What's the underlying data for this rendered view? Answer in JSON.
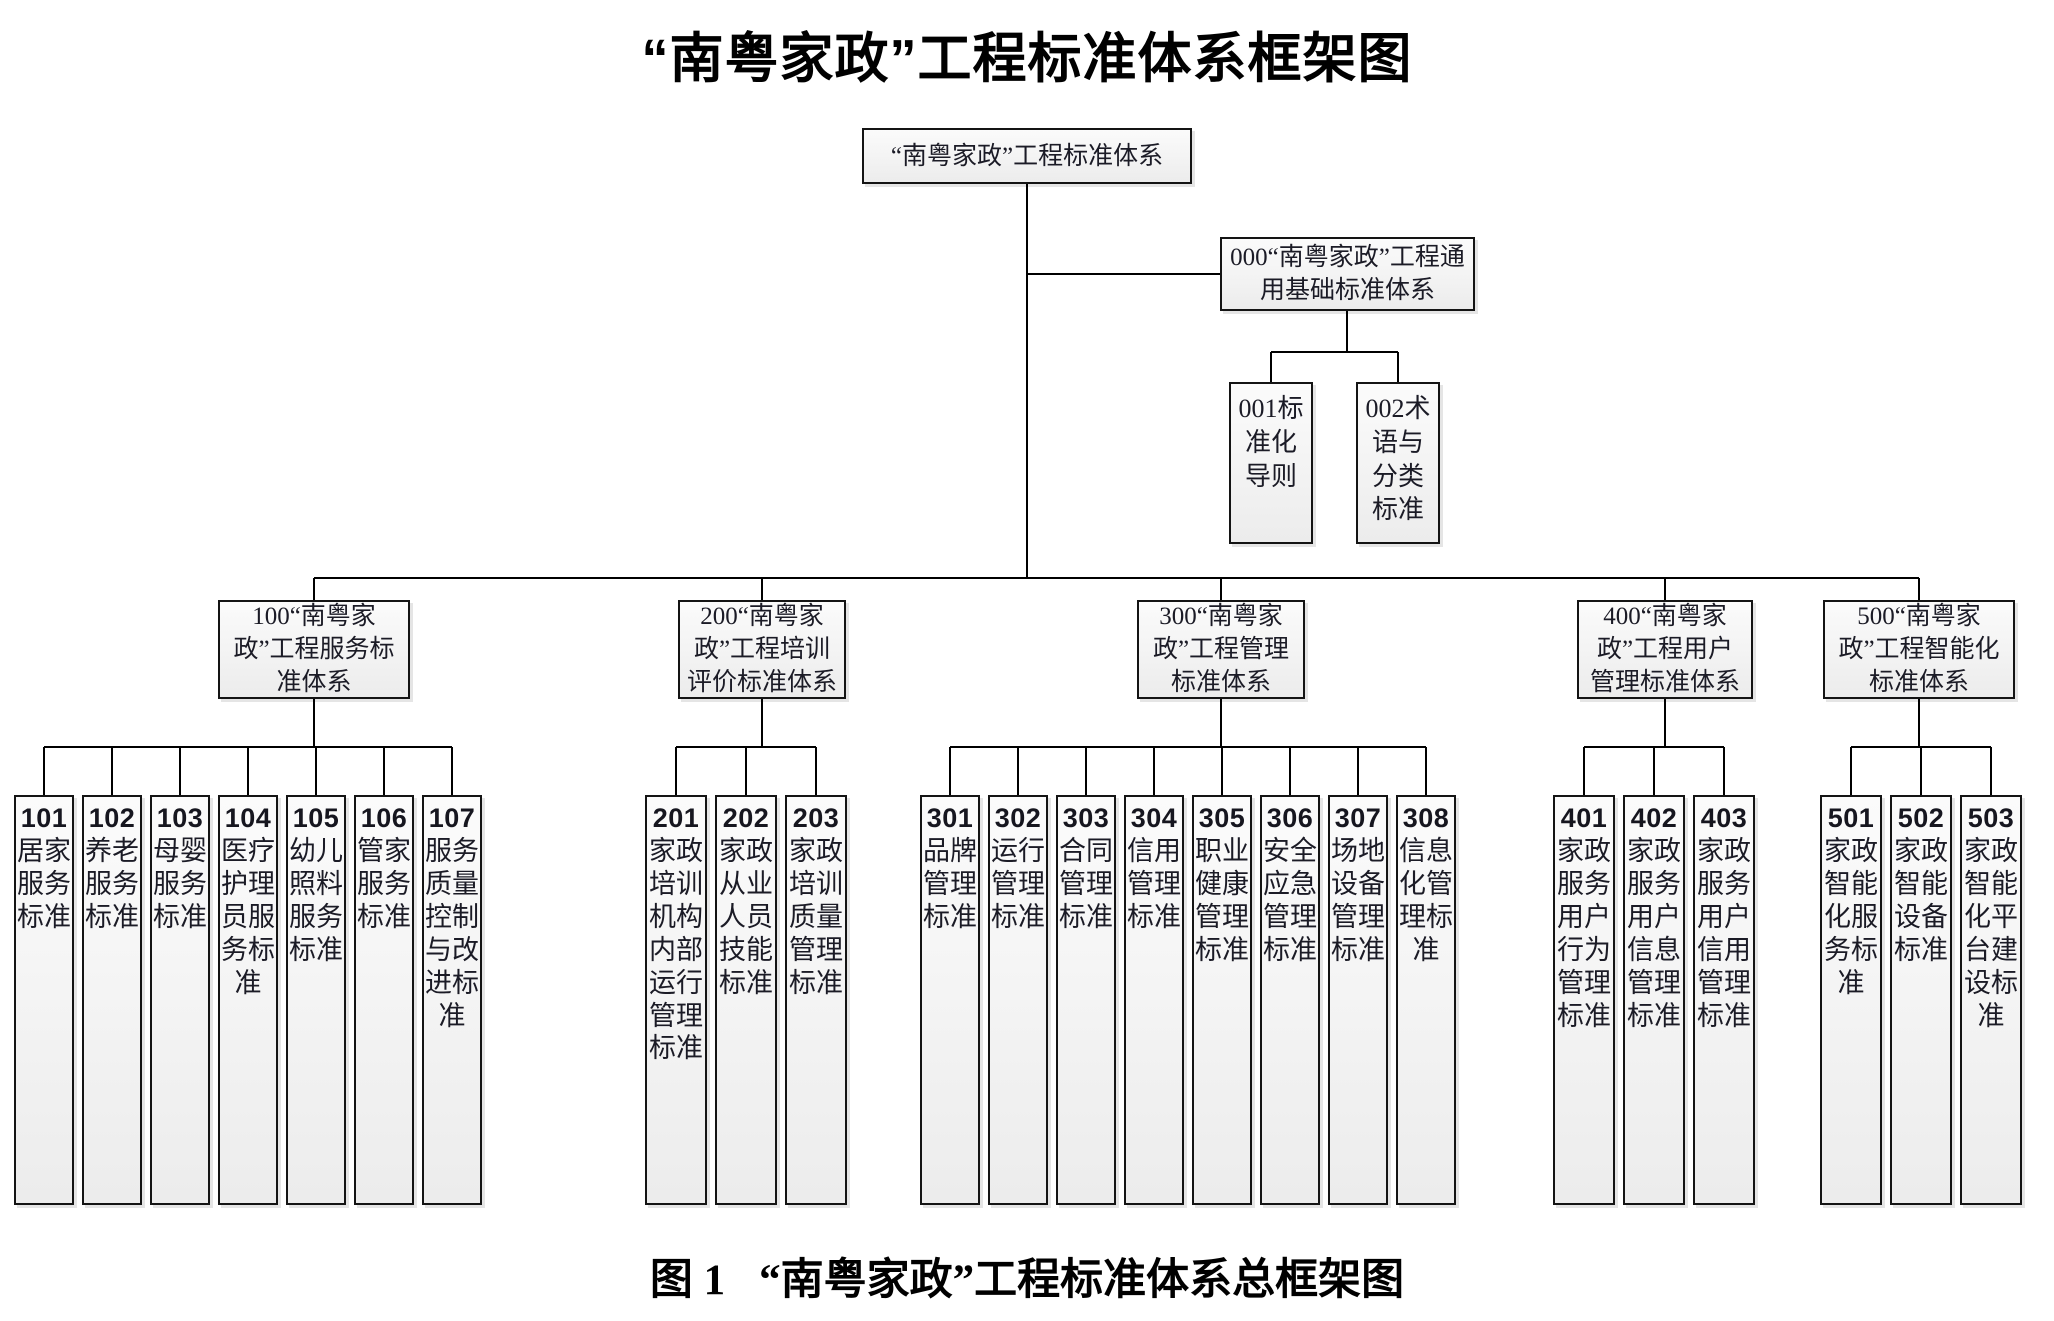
{
  "page": {
    "title": "“南粤家政”工程标准体系框架图",
    "caption_number": "图 1",
    "caption_text": "“南粤家政”工程标准体系总框架图",
    "line_color": "#000000",
    "box_border_color": "#141414",
    "box_fill_color": "#f3f3f3",
    "text_color": "#1b1b26"
  },
  "root": {
    "label": "“南粤家政”工程标准体系"
  },
  "general_branch": {
    "code": "000",
    "label": "000“南粤家政”工程通用基础标准体系",
    "children": [
      {
        "code": "001",
        "label": "标准化导则",
        "full": "001标准化导则"
      },
      {
        "code": "002",
        "label": "术语与分类标准",
        "full": "002术语与分类标准"
      }
    ]
  },
  "categories": [
    {
      "code": "100",
      "label": "100“南粤家政”工程服务标准体系",
      "children": [
        {
          "code": "101",
          "label": "居家服务标准"
        },
        {
          "code": "102",
          "label": "养老服务标准"
        },
        {
          "code": "103",
          "label": "母婴服务标准"
        },
        {
          "code": "104",
          "label": "医疗护理员服务标准"
        },
        {
          "code": "105",
          "label": "幼儿照料服务标准"
        },
        {
          "code": "106",
          "label": "管家服务标准"
        },
        {
          "code": "107",
          "label": "服务质量控制与改进标准"
        }
      ]
    },
    {
      "code": "200",
      "label": "200“南粤家政”工程培训评价标准体系",
      "children": [
        {
          "code": "201",
          "label": "家政培训机构内部运行管理标准"
        },
        {
          "code": "202",
          "label": "家政从业人员技能标准"
        },
        {
          "code": "203",
          "label": "家政培训质量管理标准"
        }
      ]
    },
    {
      "code": "300",
      "label": "300“南粤家政”工程管理标准体系",
      "children": [
        {
          "code": "301",
          "label": "品牌管理标准"
        },
        {
          "code": "302",
          "label": "运行管理标准"
        },
        {
          "code": "303",
          "label": "合同管理标准"
        },
        {
          "code": "304",
          "label": "信用管理标准"
        },
        {
          "code": "305",
          "label": "职业健康管理标准"
        },
        {
          "code": "306",
          "label": "安全应急管理标准"
        },
        {
          "code": "307",
          "label": "场地设备管理标准"
        },
        {
          "code": "308",
          "label": "信息化管理标准"
        }
      ]
    },
    {
      "code": "400",
      "label": "400“南粤家政”工程用户管理标准体系",
      "children": [
        {
          "code": "401",
          "label": "家政服务用户行为管理标准"
        },
        {
          "code": "402",
          "label": "家政服务用户信息管理标准"
        },
        {
          "code": "403",
          "label": "家政服务用户信用管理标准"
        }
      ]
    },
    {
      "code": "500",
      "label": "500“南粤家政”工程智能化标准体系",
      "children": [
        {
          "code": "501",
          "label": "家政智能化服务标准"
        },
        {
          "code": "502",
          "label": "家政智能设备标准"
        },
        {
          "code": "503",
          "label": "家政智能化平台建设标准"
        }
      ]
    }
  ]
}
